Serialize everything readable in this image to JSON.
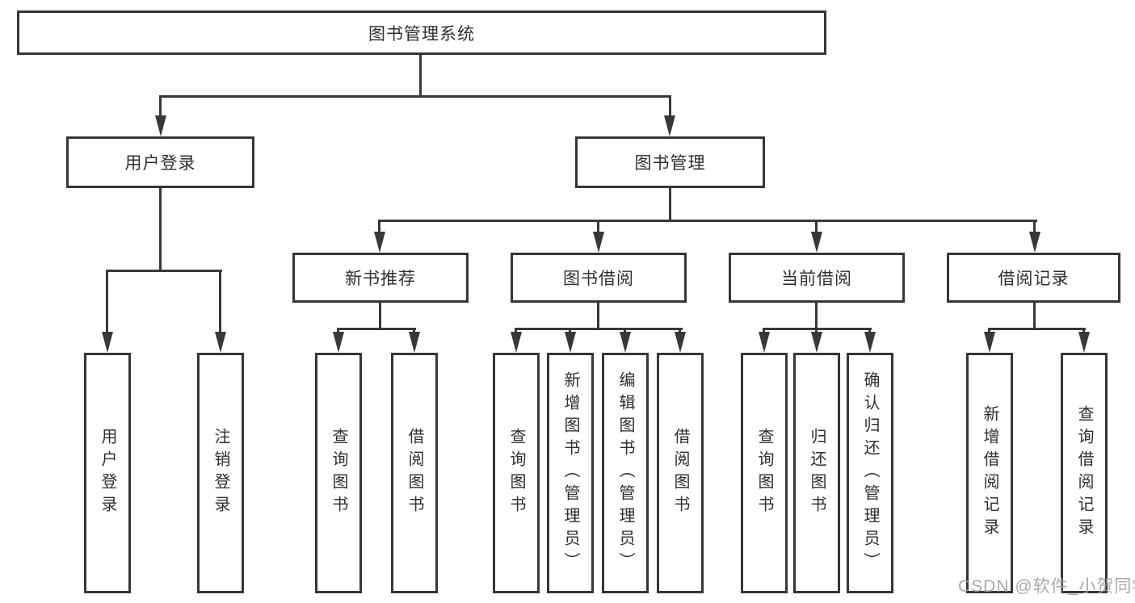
{
  "colors": {
    "line": "#383838",
    "box_border": "#363636",
    "box_background": "#ffffff",
    "text": "#2f2f2f",
    "watermark": "#a0a0a0"
  },
  "root": {
    "label": "图书管理系统"
  },
  "branches": [
    {
      "label": "用户登录",
      "children": [
        {
          "label": "用户登录"
        },
        {
          "label": "注销登录"
        }
      ]
    },
    {
      "label": "图书管理",
      "children": [
        {
          "label": "新书推荐",
          "children": [
            {
              "label": "查询图书"
            },
            {
              "label": "借阅图书"
            }
          ]
        },
        {
          "label": "图书借阅",
          "children": [
            {
              "label": "查询图书"
            },
            {
              "label": "新增图书（管理员）"
            },
            {
              "label": "编辑图书（管理员）"
            },
            {
              "label": "借阅图书"
            }
          ]
        },
        {
          "label": "当前借阅",
          "children": [
            {
              "label": "查询图书"
            },
            {
              "label": "归还图书"
            },
            {
              "label": "确认归还（管理员）"
            }
          ]
        },
        {
          "label": "借阅记录",
          "children": [
            {
              "label": "新增借阅记录"
            },
            {
              "label": "查询借阅记录"
            }
          ]
        }
      ]
    }
  ],
  "watermark": {
    "label": "CSDN @软件_小贺同学"
  }
}
